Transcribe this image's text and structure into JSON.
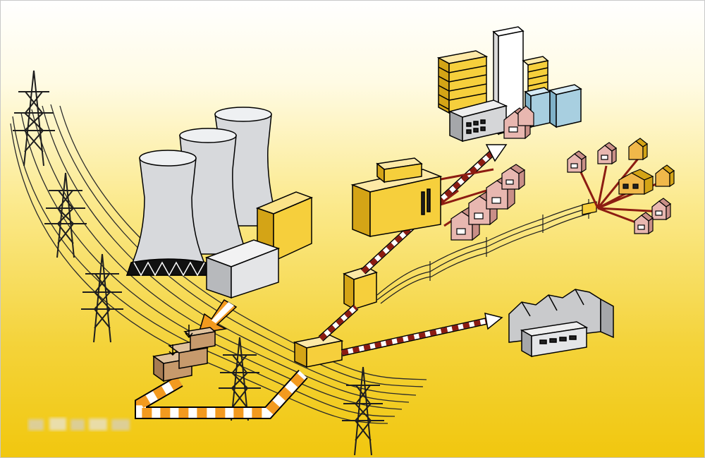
{
  "scene": {
    "description_free": true,
    "colors": {
      "background_top": "#ffffff",
      "background_mid": "#fdf0a8",
      "background_bottom": "#f2cc12",
      "line": "#000000",
      "tower": "#222222",
      "cooling_tower": "#d7d9dc",
      "cooling_tower_shade": "#aeb1b5",
      "box_yellow": "#f6cf3c",
      "box_yellow_dark": "#d4a416",
      "box_grey": "#e4e5e7",
      "box_grey_dark": "#b7b9bc",
      "transmission_orange": "#f39a1f",
      "transmission_white": "#ffffff",
      "distribution_red": "#8c1c12",
      "house_pink": "#e8b7b0",
      "house_pink_roof": "#c98f87",
      "house_orange": "#f0b84a",
      "building_blue": "#a8cfe0",
      "factory_grey": "#c9cacc",
      "transformer_brown": "#c79a6c"
    },
    "elements": [
      {
        "name": "power-plant",
        "icon": "cooling-towers"
      },
      {
        "name": "transmission-towers",
        "icon": "pylon"
      },
      {
        "name": "step-up-transformer",
        "icon": "transformer"
      },
      {
        "name": "substation",
        "icon": "box"
      },
      {
        "name": "city",
        "icon": "skyscrapers"
      },
      {
        "name": "residential-houses",
        "icon": "house"
      },
      {
        "name": "village",
        "icon": "house"
      },
      {
        "name": "factory",
        "icon": "sawtooth-roof"
      }
    ]
  }
}
